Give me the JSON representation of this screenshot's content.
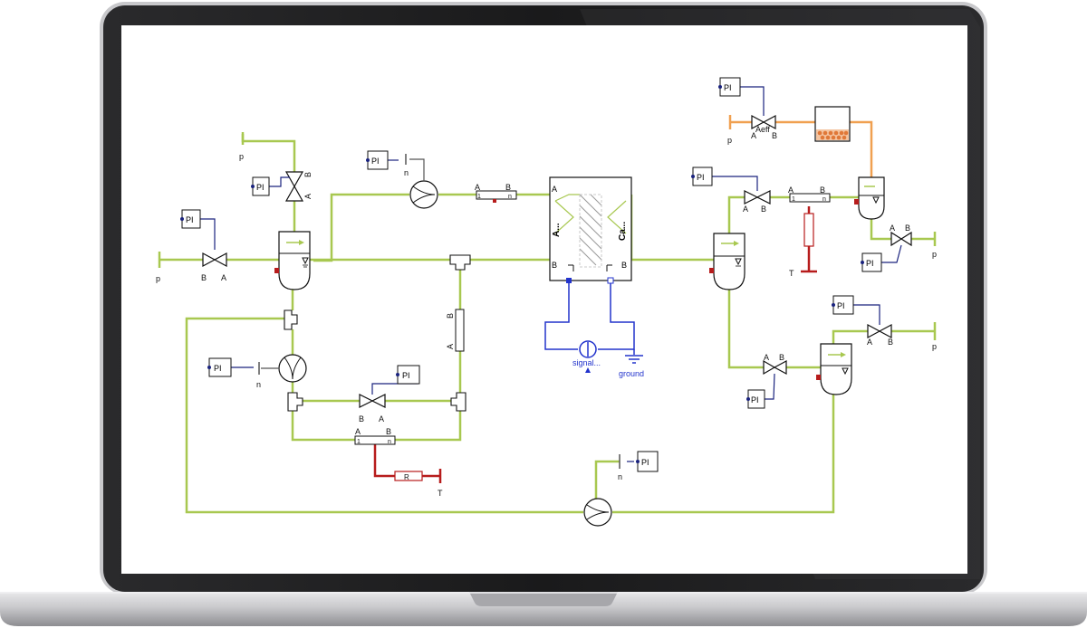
{
  "diagram": {
    "colors": {
      "pipe": "#a8c850",
      "signal": "#1a237e",
      "electric": "#2233cc",
      "thermal": "#b71c1c",
      "feed": "#f0a050",
      "sediment": "#e07838"
    },
    "controllers": {
      "label": "PI",
      "items": [
        "pi-top-valve",
        "pi-left-valve",
        "pi-pump-top",
        "pi-pump-left",
        "pi-bypass-valve",
        "pi-pump-bottom",
        "pi-feed-valve",
        "pi-right-valve-top",
        "pi-right-tank-out",
        "pi-lower-right-valve",
        "pi-right-valve-bottom"
      ]
    },
    "ports": {
      "a": "A",
      "b": "B",
      "p": "p",
      "n": "n",
      "t": "T",
      "one": "1",
      "n_small": "n",
      "r": "R"
    },
    "stack": {
      "anode_label": "A...",
      "cathode_label": "Ca..."
    },
    "electrical": {
      "signal_label": "signal...",
      "ground_label": "ground"
    },
    "feed": {
      "valve_label": "Aeff"
    }
  }
}
